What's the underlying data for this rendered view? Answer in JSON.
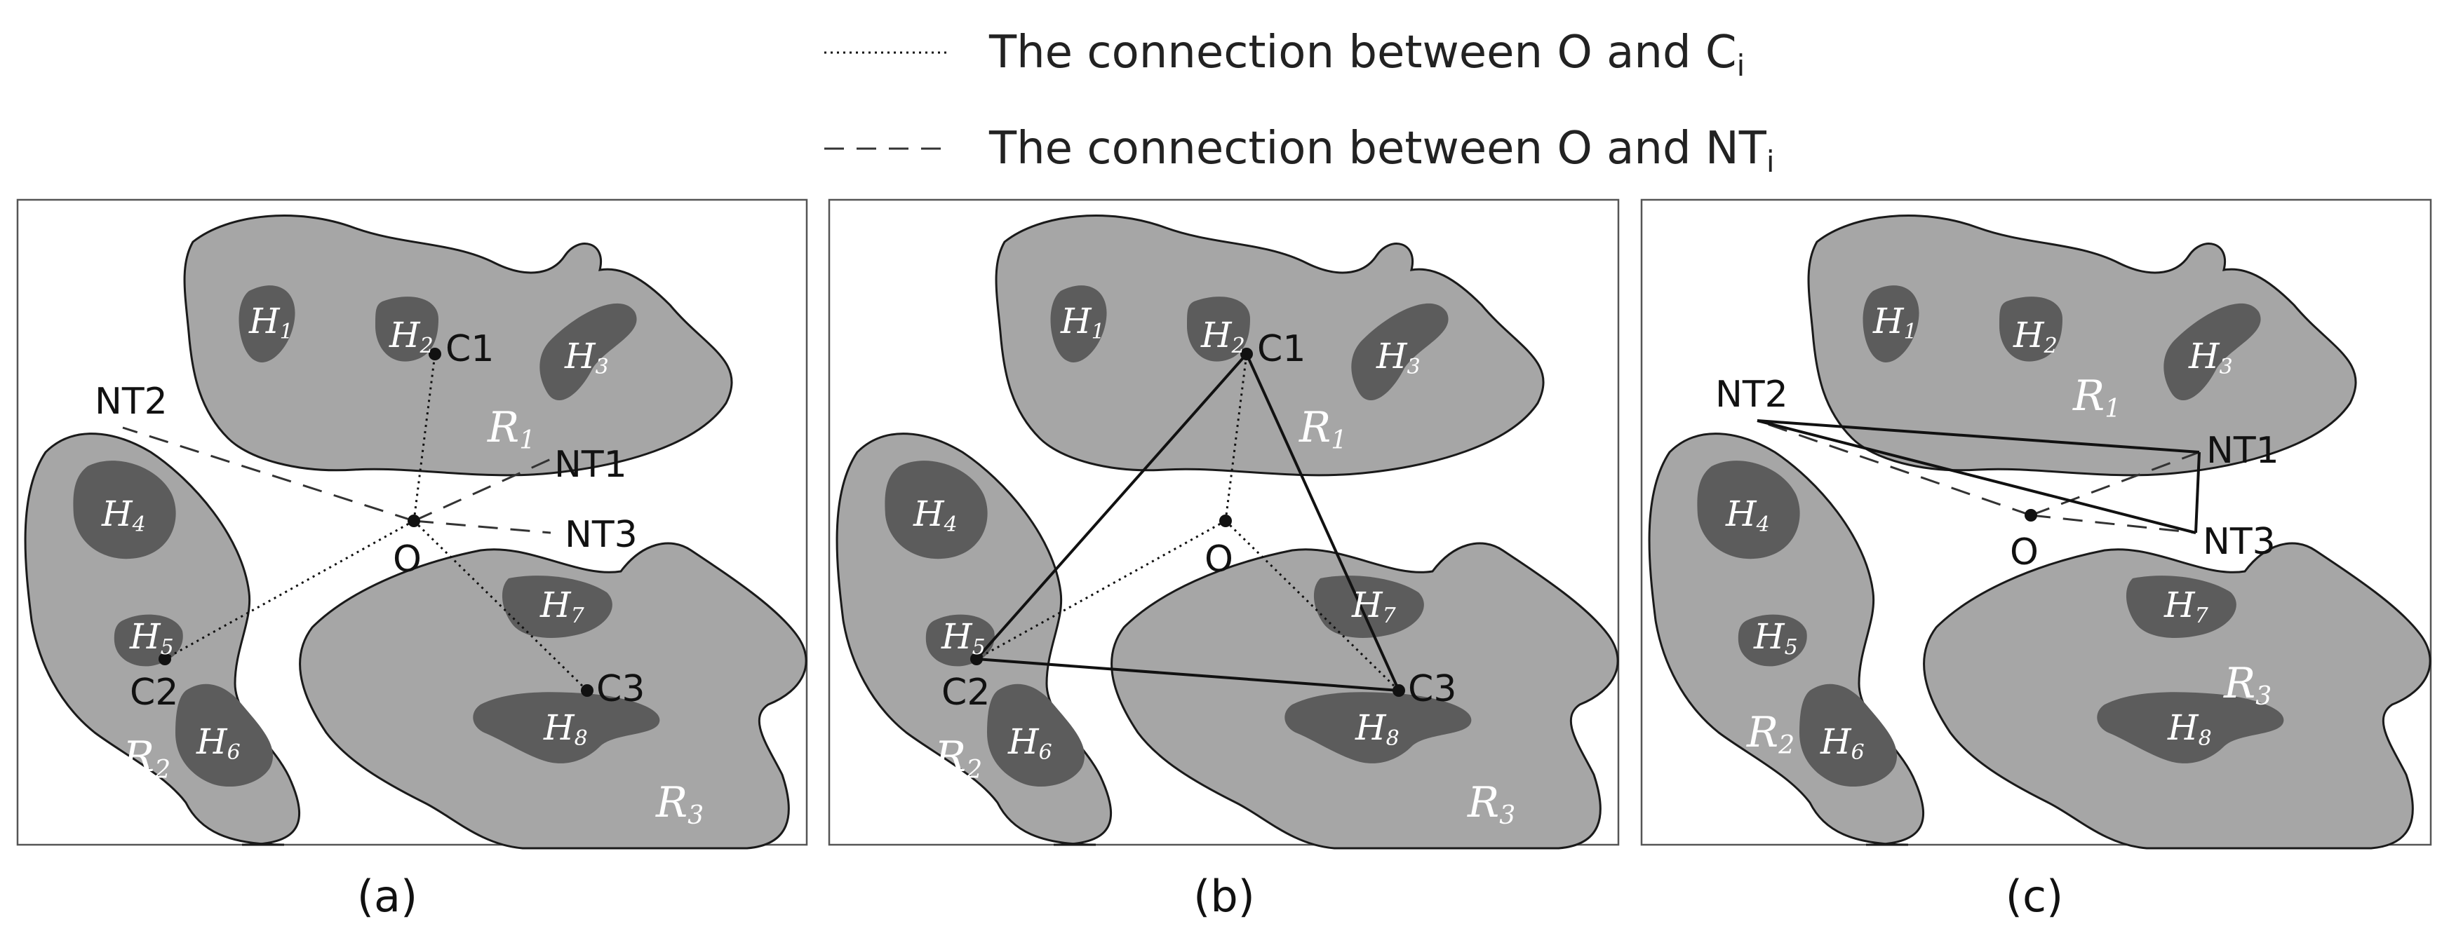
{
  "legend": {
    "dotted": {
      "text": "The connection between O and C",
      "sub": "i"
    },
    "dashed": {
      "text": "The connection between O and NT",
      "sub": "i"
    }
  },
  "captions": [
    "(a)",
    "(b)",
    "(c)"
  ],
  "regions": [
    {
      "name": "R",
      "sub": "1"
    },
    {
      "name": "R",
      "sub": "2"
    },
    {
      "name": "R",
      "sub": "3"
    }
  ],
  "holes": [
    {
      "name": "H",
      "sub": "1"
    },
    {
      "name": "H",
      "sub": "2"
    },
    {
      "name": "H",
      "sub": "3"
    },
    {
      "name": "H",
      "sub": "4"
    },
    {
      "name": "H",
      "sub": "5"
    },
    {
      "name": "H",
      "sub": "6"
    },
    {
      "name": "H",
      "sub": "7"
    },
    {
      "name": "H",
      "sub": "8"
    }
  ],
  "points": {
    "O": "O",
    "C1": {
      "name": "C",
      "sub": "1"
    },
    "C2": {
      "name": "C",
      "sub": "2"
    },
    "C3": {
      "name": "C",
      "sub": "3"
    },
    "NT1": {
      "name": "NT",
      "sub": "1"
    },
    "NT2": {
      "name": "NT",
      "sub": "2"
    },
    "NT3": {
      "name": "NT",
      "sub": "3"
    }
  }
}
